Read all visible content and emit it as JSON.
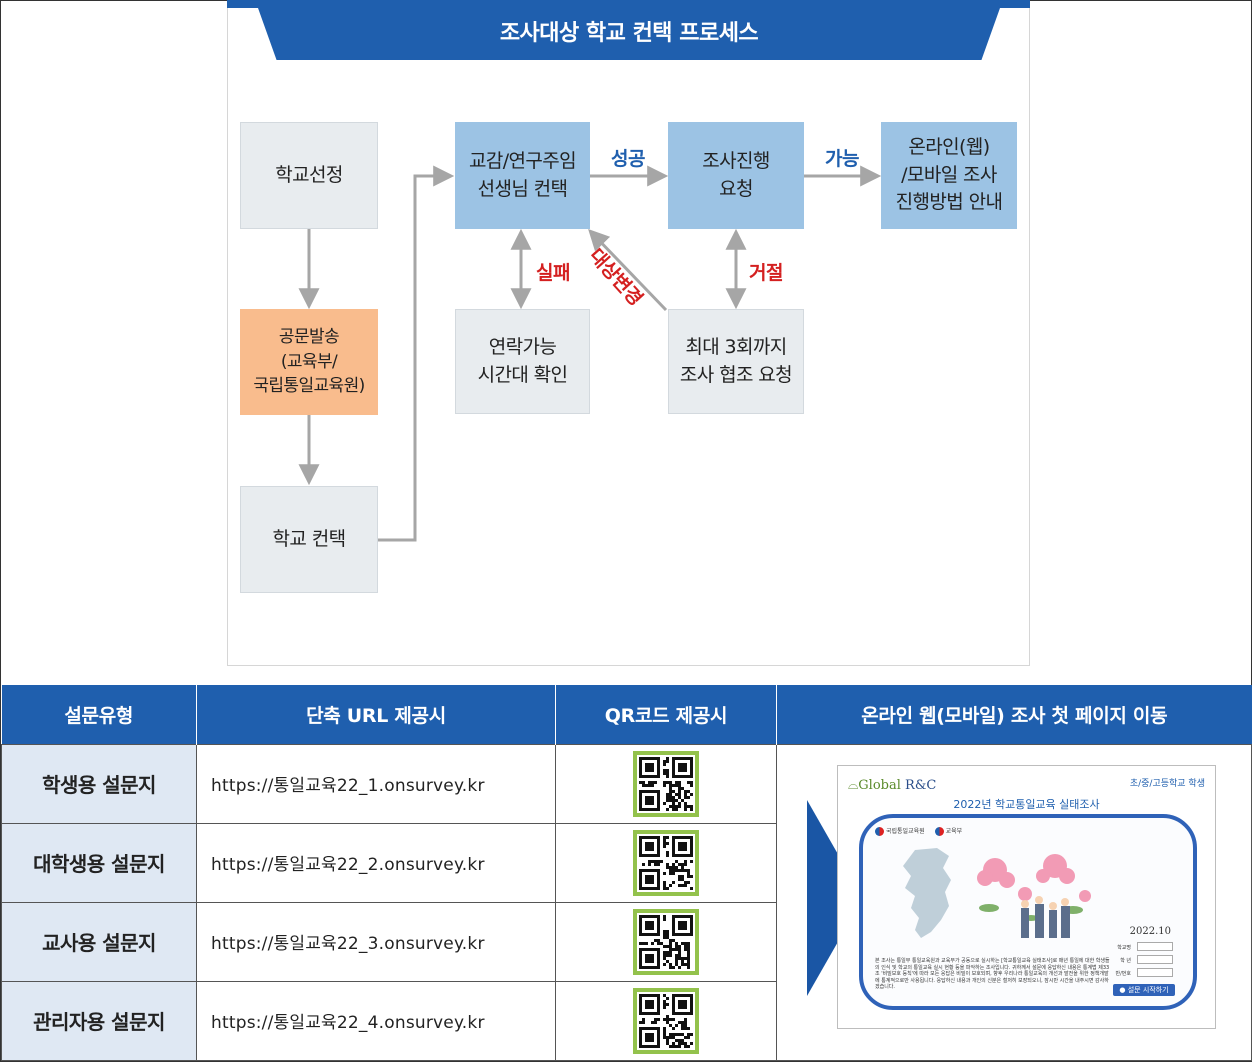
{
  "process": {
    "title": "조사대상 학교 컨택 프로세스",
    "boxes": {
      "school_selection": "학교선정",
      "official_letter": "공문발송\n(교육부/\n국립통일교육원)",
      "school_contact": "학교 컨택",
      "contact_teacher": "교감/연구주임\n선생님 컨택",
      "request_survey": "조사진행\n요청",
      "online_guide": "온라인(웹)\n/모바일 조사\n진행방법 안내",
      "check_time": "연락가능\n시간대 확인",
      "request_3times": "최대 3회까지\n조사 협조 요청"
    },
    "labels": {
      "success": "성공",
      "possible": "가능",
      "fail": "실패",
      "refuse": "거절",
      "change_target": "대상변경"
    }
  },
  "table": {
    "headers": [
      "설문유형",
      "단축 URL 제공시",
      "QR코드 제공시",
      "온라인 웹(모바일) 조사 첫 페이지 이동"
    ],
    "rows": [
      {
        "type": "학생용 설문지",
        "url": "https://통일교육22_1.onsurvey.kr"
      },
      {
        "type": "대학생용 설문지",
        "url": "https://통일교육22_2.onsurvey.kr"
      },
      {
        "type": "교사용 설문지",
        "url": "https://통일교육22_3.onsurvey.kr"
      },
      {
        "type": "관리자용 설문지",
        "url": "https://통일교육22_4.onsurvey.kr"
      }
    ]
  },
  "preview": {
    "logo_global": "Global",
    "logo_rc": "R&C",
    "audience": "초/중/고등학교 학생",
    "title": "2022년 학교통일교육 실태조사",
    "org1": "국립통일교육원",
    "org2": "교육부",
    "date": "2022.10",
    "field_school": "학교명",
    "field_grade": "학 년",
    "field_class": "반/번호",
    "start_button": "● 설문 시작하기",
    "body": "본 조사는 통일부 통일교육원과 교육부가 공동으로 실시하는 [학교통일교육 실태조사]로 매년 통일에 대한 학생들의 인식 및 학교의 통일교육 실시 현황 등을 파악하는 조사입니다. 귀하께서 설문에 응답하신 내용은 통계법 제33조 '비밀보호 등칙'에 따라 모든 응답은 비밀이 보호되며, 향후 우리나라 통일교육의 개선과 발전을 위한 정책개발에 통계적으로만 사용됩니다. 응답하신 내용과 개인의 신분은 철저히 보장되오니, 잠시만 시간을 내주시면 감사하겠습니다."
  }
}
